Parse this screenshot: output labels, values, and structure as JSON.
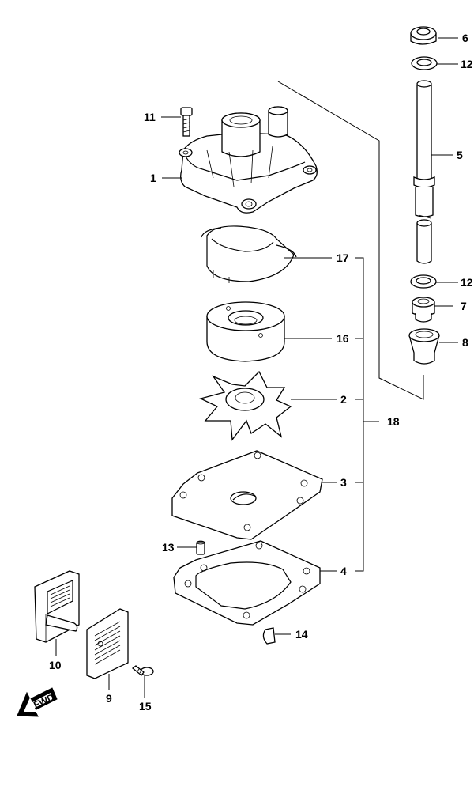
{
  "parts": {
    "p1": "1",
    "p2": "2",
    "p3": "3",
    "p4": "4",
    "p5": "5",
    "p6": "6",
    "p7": "7",
    "p8": "8",
    "p9": "9",
    "p10": "10",
    "p11": "11",
    "p12a": "12",
    "p12b": "12",
    "p13": "13",
    "p14": "14",
    "p15": "15",
    "p16": "16",
    "p17": "17",
    "p18": "18"
  },
  "direction_marker": {
    "label": "FWD",
    "icon": "fwd-arrow-icon"
  }
}
